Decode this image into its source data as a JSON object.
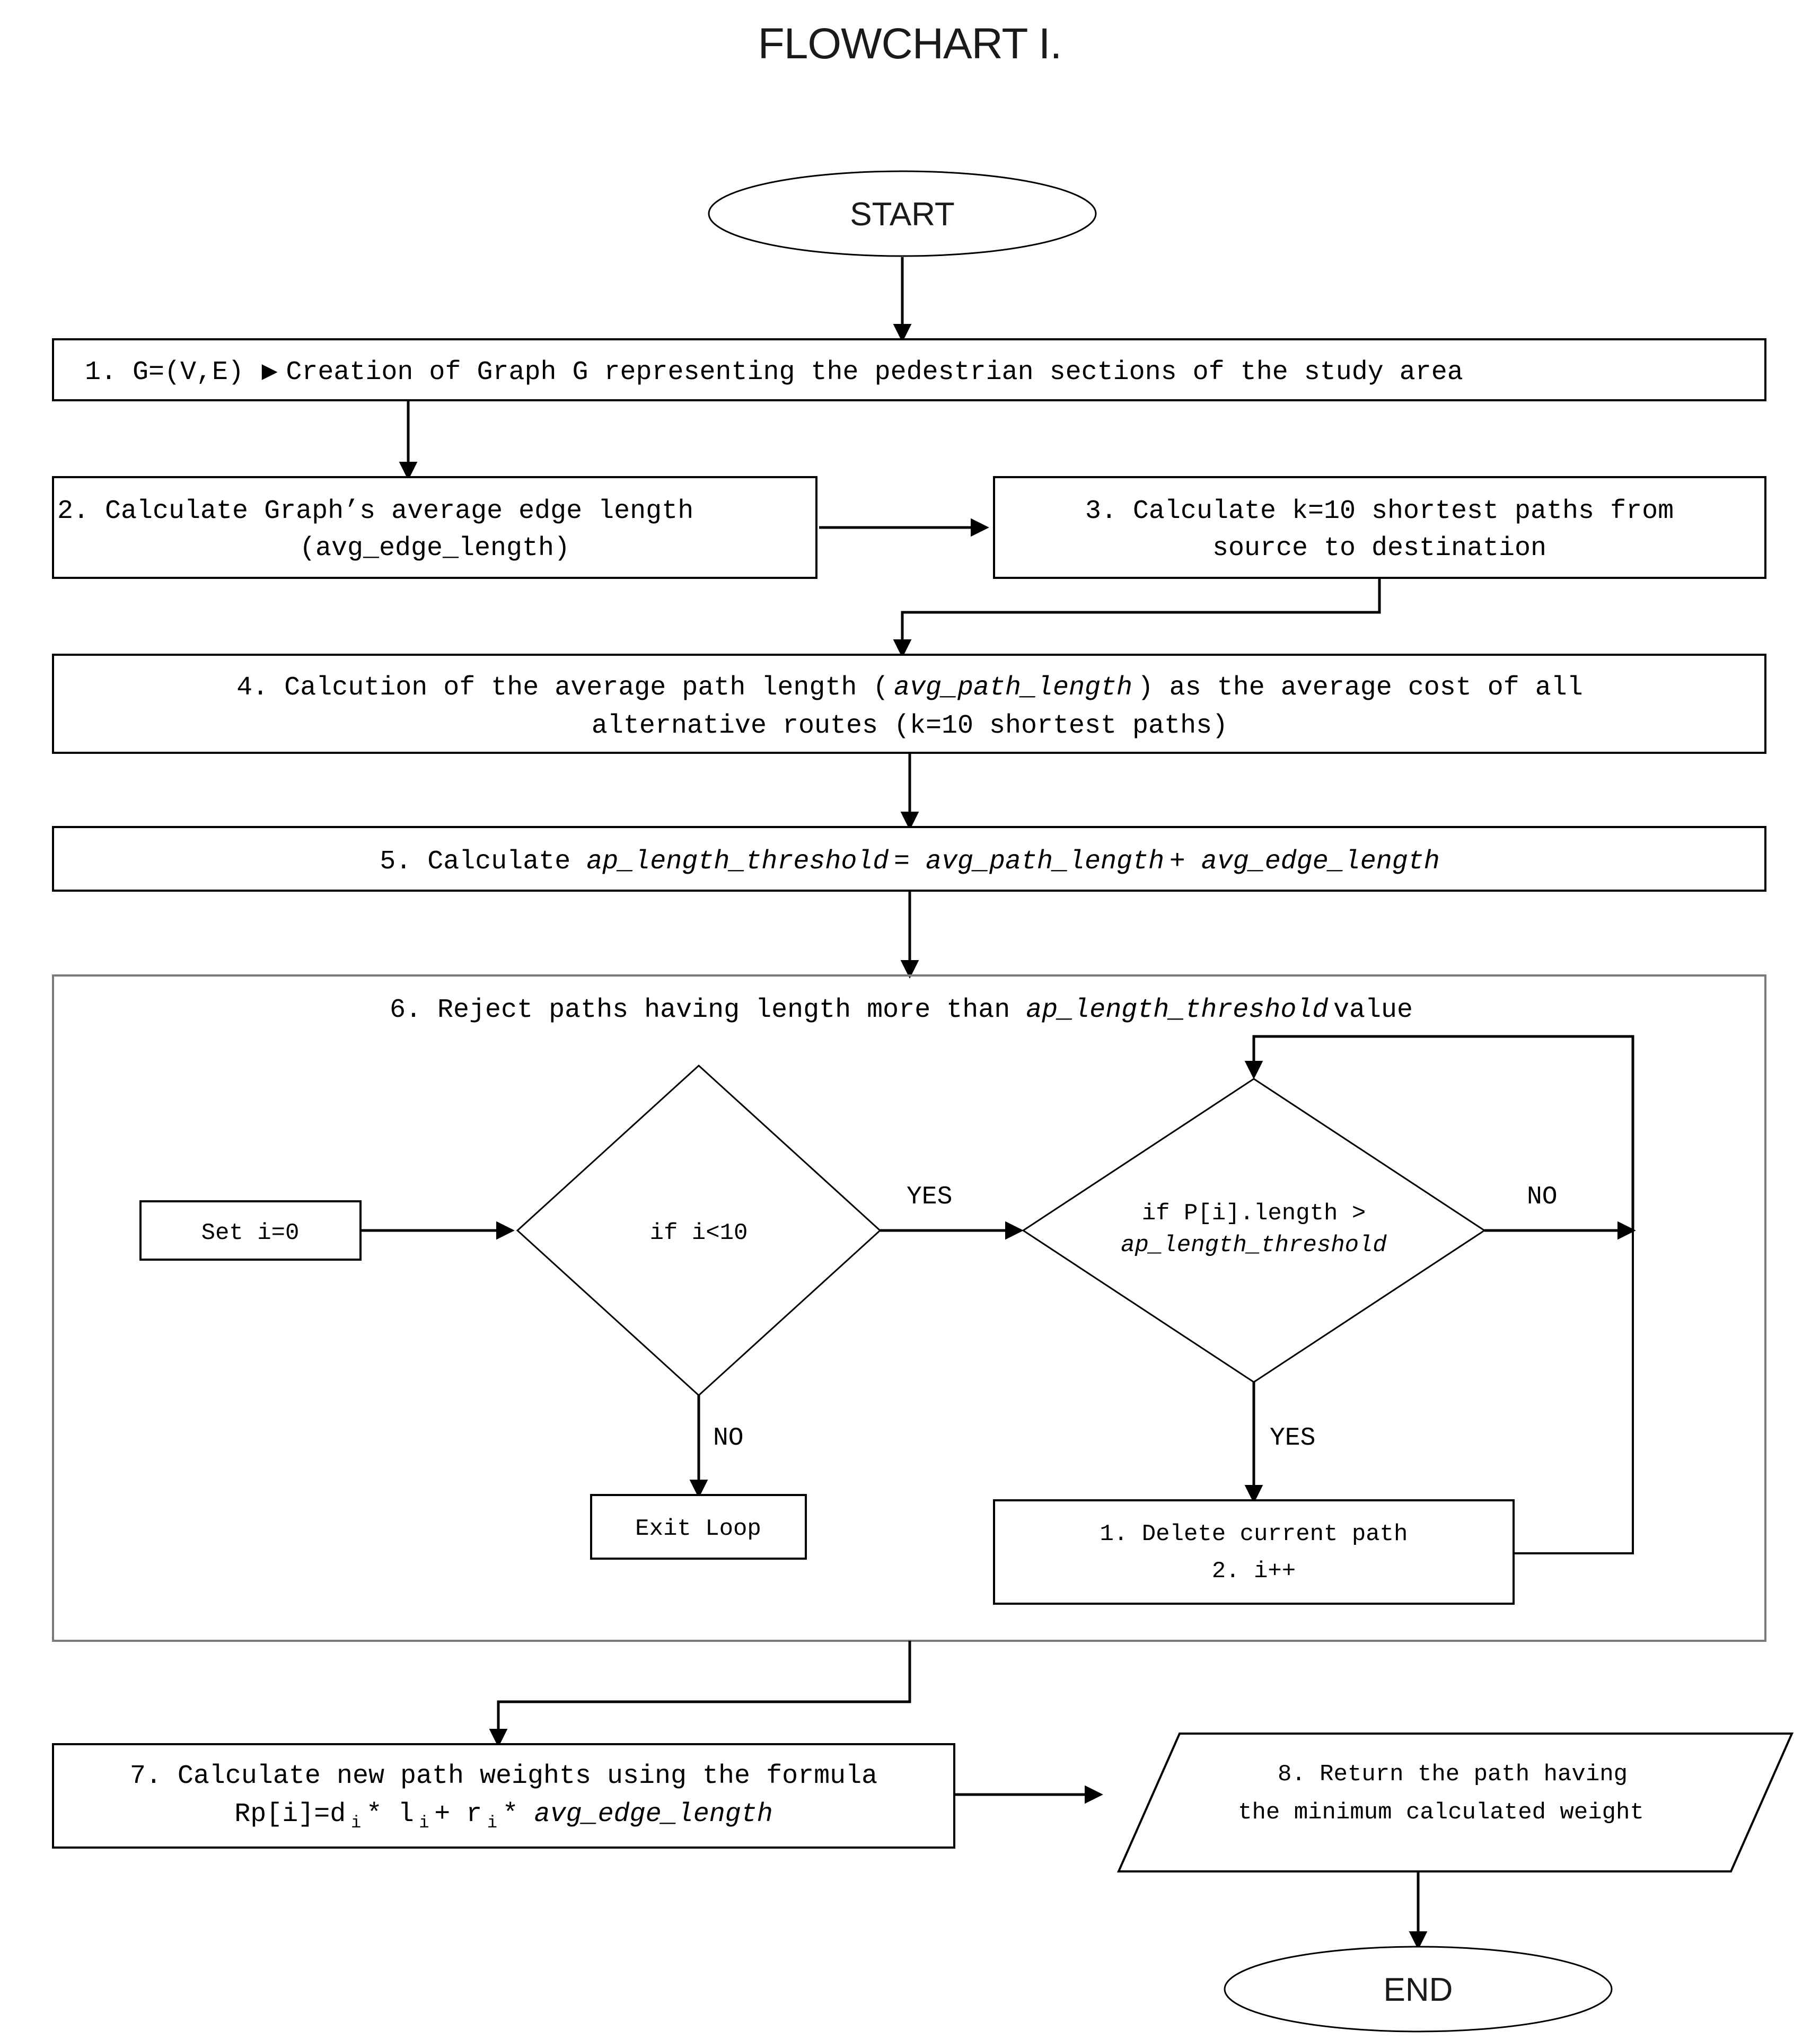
{
  "title": "FLOWCHART I.",
  "terminals": {
    "start": "START",
    "end": "END"
  },
  "steps": {
    "s1": {
      "prefix": "1. G=(V,E)",
      "marker": "▶",
      "body": "Creation of Graph G representing the pedestrian sections of the study area"
    },
    "s2": {
      "line1": "2. Calculate Graph’s average edge length",
      "line2": "(avg_edge_length)"
    },
    "s3": {
      "line1": "3. Calculate k=10 shortest paths from",
      "line2": "source to destination"
    },
    "s4": {
      "line1_a": "4. Calcution of the average path length (",
      "line1_it": "avg_path_length",
      "line1_b": ") as the average cost of all",
      "line2": "alternative routes (k=10 shortest paths)"
    },
    "s5": {
      "pre": "5. Calculate ",
      "it1": "ap_length_threshold",
      "mid": " = ",
      "it2": "avg_path_length",
      "plus": " + ",
      "it3": "avg_edge_length"
    },
    "s6": {
      "header_pre": "6. Reject paths having length more than ",
      "header_it": "ap_length_threshold",
      "header_post": " value",
      "set_i": "Set i=0",
      "decision1": "if i<10",
      "decision2_line1": "if P[i].length >",
      "decision2_line2": "ap_length_threshold",
      "exit_loop": "Exit Loop",
      "delete_line1": "1.  Delete current path",
      "delete_line2": "2.  i++",
      "label_yes_1": "YES",
      "label_no_1": "NO",
      "label_yes_2": "YES",
      "label_no_2": "NO"
    },
    "s7": {
      "line1": "7. Calculate new path weights using the formula",
      "f_a": "Rp[i]=d",
      "f_sub1": "i",
      "f_b": " * l",
      "f_sub2": "i",
      "f_c": " + r",
      "f_sub3": "i",
      "f_d": " * ",
      "f_it": "avg_edge_length"
    },
    "s8": {
      "line1": "8. Return the path having",
      "line2": "the minimum calculated weight"
    }
  },
  "colors": {
    "ink": "#000000",
    "group_border": "#7a7a7a",
    "canvas": "#ffffff"
  }
}
